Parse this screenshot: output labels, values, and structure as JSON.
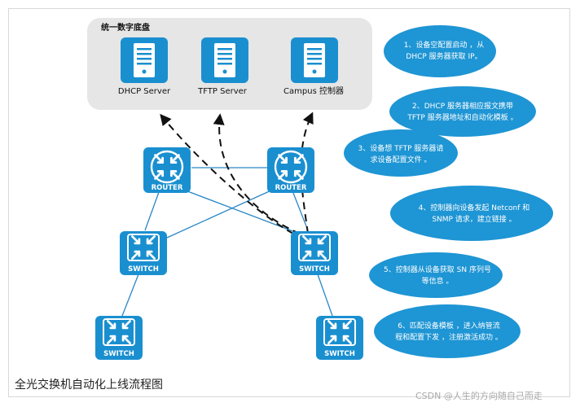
{
  "platform": {
    "title": "统一数字底盘",
    "servers": [
      {
        "label": "DHCP Server",
        "icon": "server-icon"
      },
      {
        "label": "TFTP Server",
        "icon": "server-icon"
      },
      {
        "label": "Campus 控制器",
        "icon": "server-icon"
      }
    ]
  },
  "devices": {
    "routers": [
      {
        "label": "ROUTER",
        "icon": "router-icon"
      },
      {
        "label": "ROUTER",
        "icon": "router-icon"
      }
    ],
    "switches": [
      {
        "label": "SWITCH",
        "icon": "switch-icon"
      },
      {
        "label": "SWITCH",
        "icon": "switch-icon"
      },
      {
        "label": "SWITCH",
        "icon": "switch-icon"
      },
      {
        "label": "SWITCH",
        "icon": "switch-icon"
      }
    ]
  },
  "steps": [
    {
      "lines": [
        "1、设备空配置启动 ，从",
        "DHCP 服务器获取 IP。"
      ]
    },
    {
      "lines": [
        "2、DHCP 服务器相应报文携带",
        "TFTP 服务器地址和自动化模板 。"
      ]
    },
    {
      "lines": [
        "3、设备想 TFTP 服务器请",
        "求设备配置文件 。"
      ]
    },
    {
      "lines": [
        "4、控制器向设备发起 Netconf 和",
        "SNMP 请求，建立链接 。"
      ]
    },
    {
      "lines": [
        "5、控制器从设备获取 SN 序列号",
        "等信息 。"
      ]
    },
    {
      "lines": [
        "6、匹配设备模板 ，进入纳管流",
        "程和配置下发 ，注册激活成功 。"
      ]
    }
  ],
  "caption": "全光交换机自动化上线流程图",
  "watermark": "CSDN @人生的方向随自己而走",
  "colors": {
    "device": "#1a8fd0",
    "device_dark": "#0f6fae",
    "bubble": "#1e95d4",
    "platform_bg": "#e6e6e6",
    "line": "#2a86c6",
    "arrow": "#111111"
  }
}
